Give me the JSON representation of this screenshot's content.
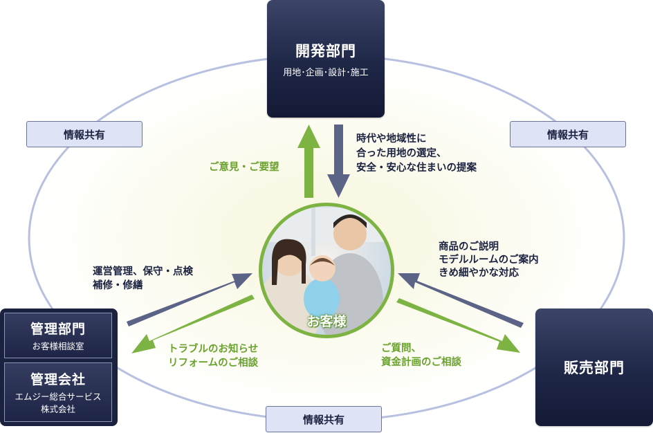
{
  "departments": {
    "development": {
      "title": "開発部門",
      "subtitle": "用地･企画･設計･施工"
    },
    "sales": {
      "title": "販売部門"
    },
    "management_dept": {
      "title": "管理部門",
      "subtitle": "お客様相談室"
    },
    "management_company": {
      "title": "管理会社",
      "subtitle_line1": "エムジー総合サービス",
      "subtitle_line2": "株式会社"
    }
  },
  "info_sharing": {
    "left": "情報共有",
    "right": "情報共有",
    "bottom": "情報共有"
  },
  "customer": {
    "label": "お客様"
  },
  "flows": {
    "customer_to_dev": [
      "ご意見・ご要望"
    ],
    "dev_to_customer": [
      "時代や地域性に",
      "合った用地の選定、",
      "安全・安心な住まいの提案"
    ],
    "sales_to_customer": [
      "商品のご説明",
      "モデルルームのご案内",
      "きめ細やかな対応"
    ],
    "customer_to_sales": [
      "ご質問、",
      "資金計画のご相談"
    ],
    "mgmt_to_customer": [
      "運営管理、保守・点検",
      "補修・修繕"
    ],
    "customer_to_mgmt": [
      "トラブルのお知らせ",
      "リフォームのご相談"
    ]
  },
  "colors": {
    "navy": "#1b2240",
    "arrow_navy": "#5b6387",
    "arrow_green": "#7cb342",
    "ellipse_stroke": "#b8c0e0",
    "ellipse_fill": "#fbfaee",
    "share_tag_bg": "#dfe3f6"
  }
}
